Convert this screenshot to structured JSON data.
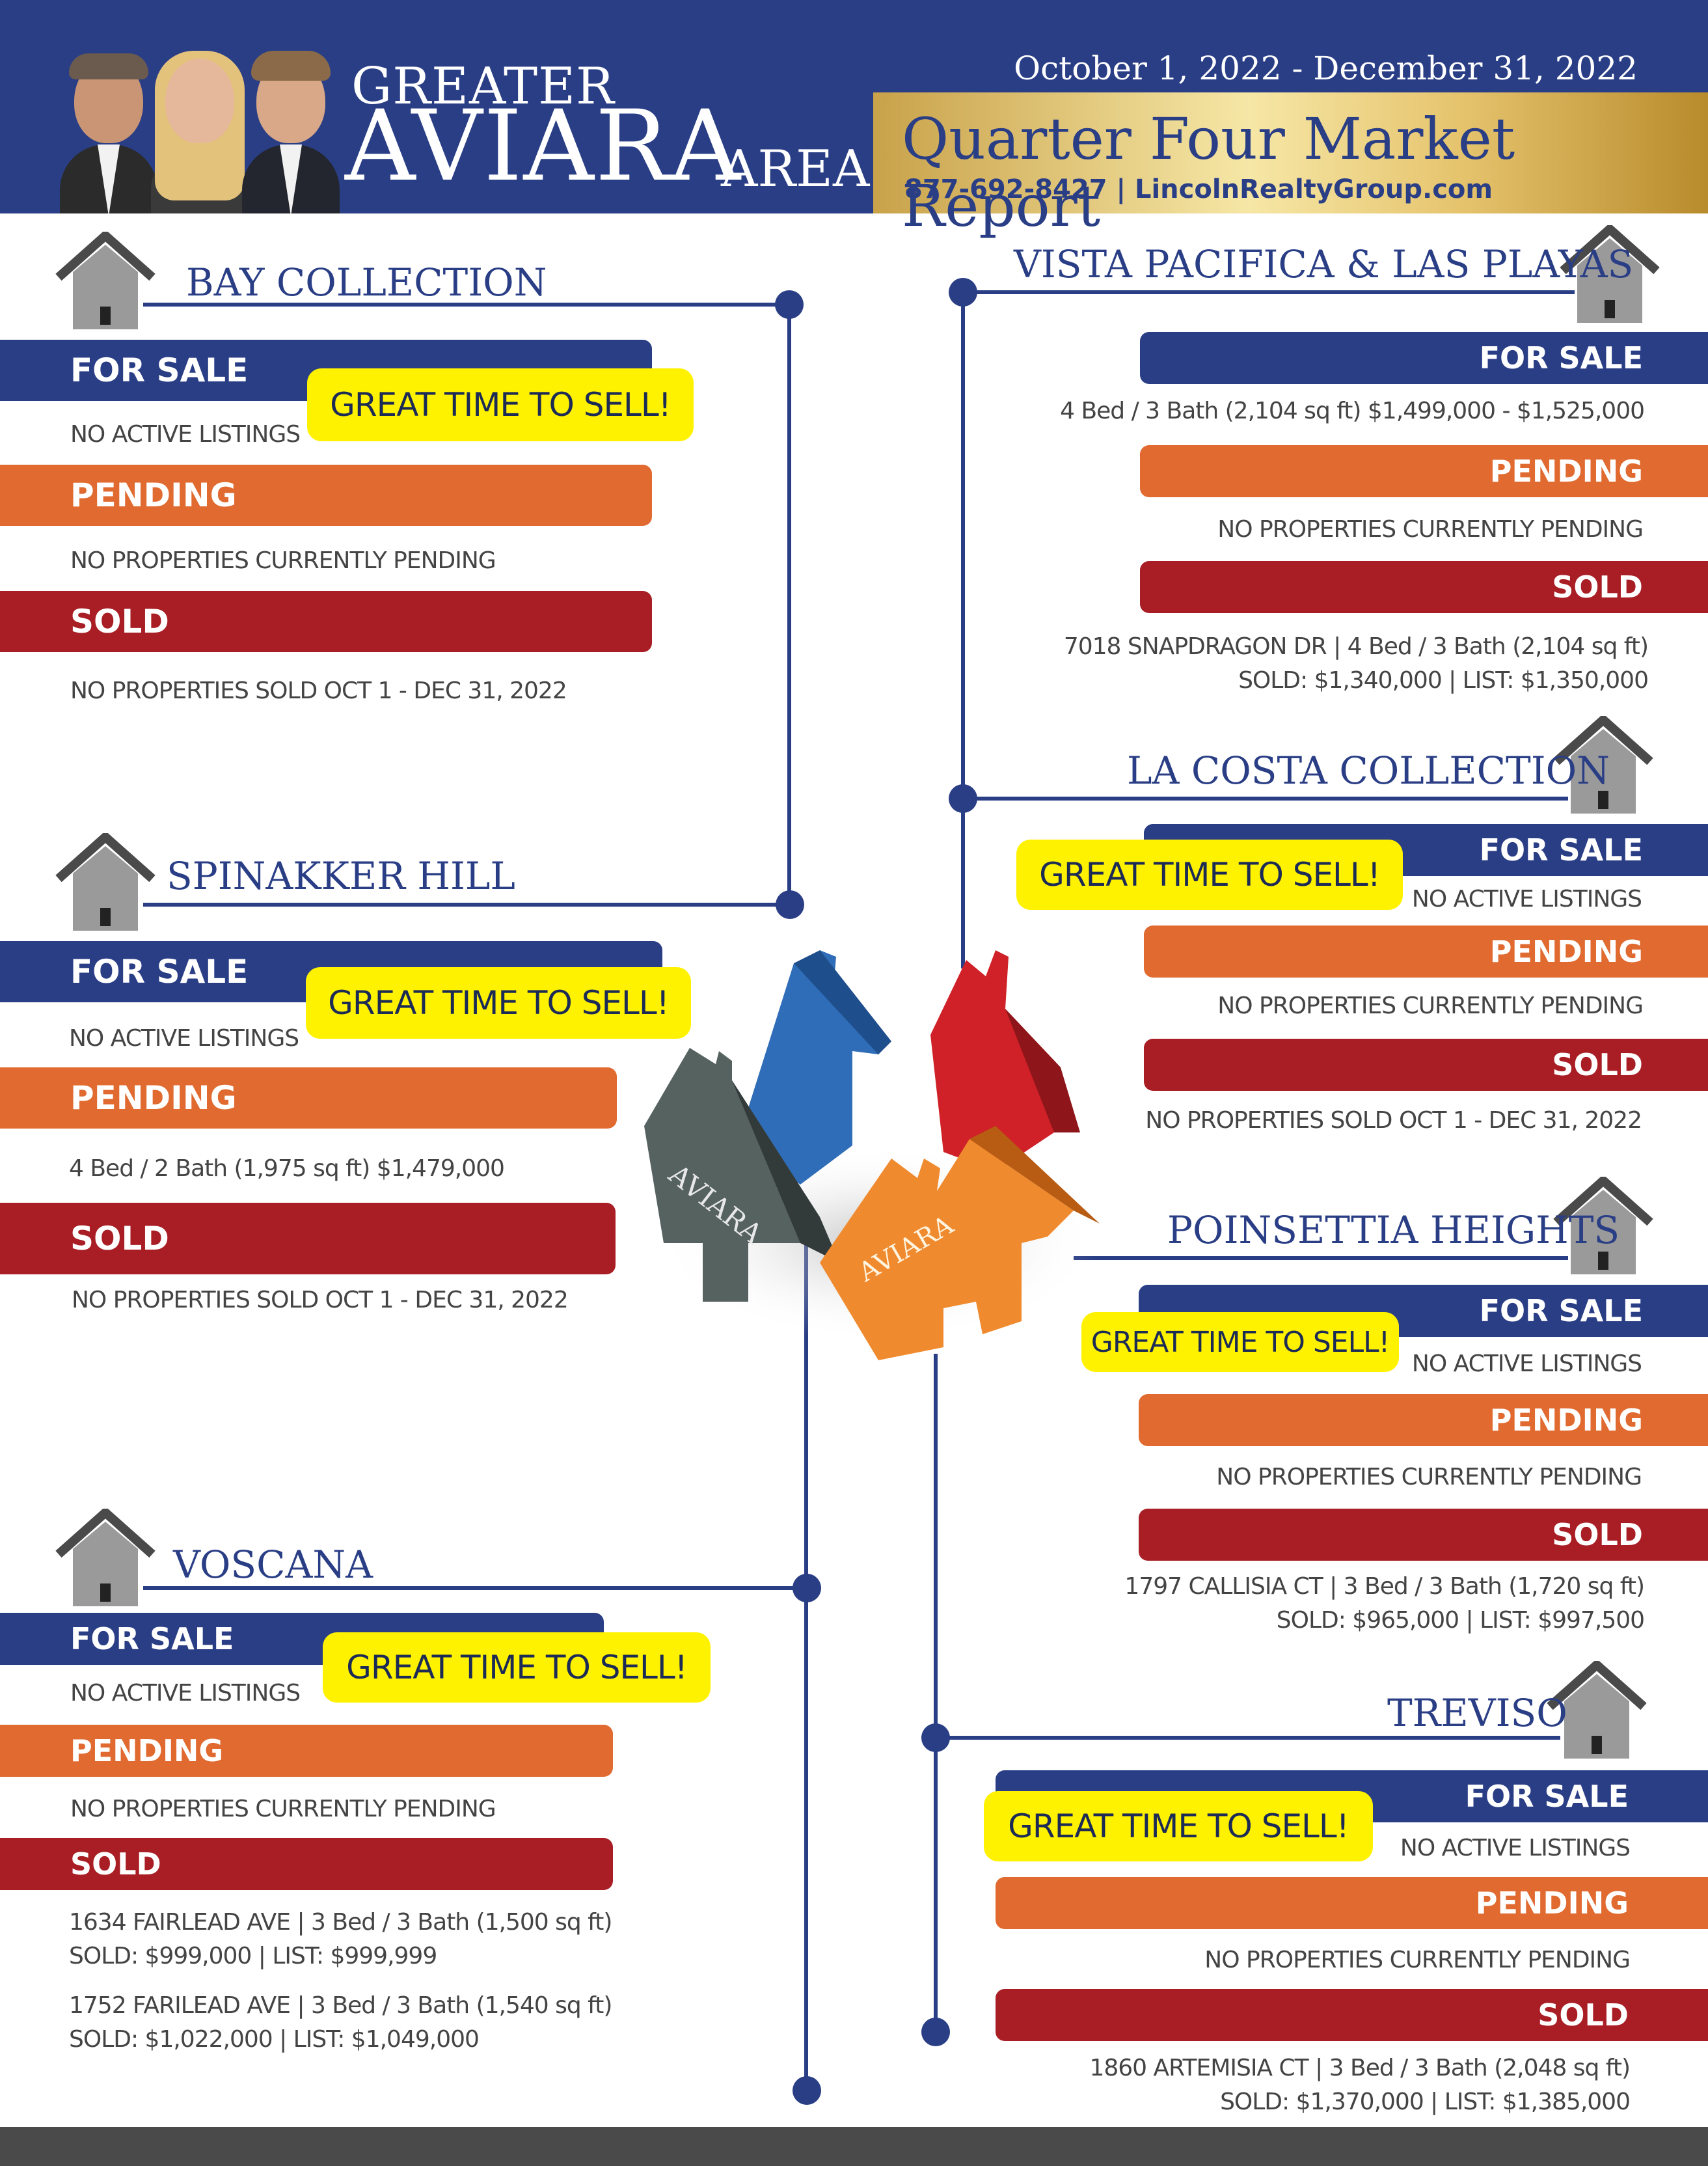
{
  "header": {
    "brand_greater": "GREATER",
    "brand_aviara": "AVIARA",
    "brand_area": "AREA",
    "date_range": "October 1, 2022 - December 31, 2022",
    "report_title": "Quarter Four Market Report",
    "contact": "877-692-8427 | LincolnRealtyGroup.com",
    "colors": {
      "navy": "#2a3e86",
      "orange": "#e06a2f",
      "red": "#a81e24",
      "yellow": "#fff200",
      "gold": "#e6c46e"
    }
  },
  "labels": {
    "for_sale": "FOR SALE",
    "pending": "PENDING",
    "sold": "SOLD",
    "great_time": "GREAT TIME TO SELL!"
  },
  "center_graphic": {
    "house_label": "AVIARA"
  },
  "sections": {
    "bay": {
      "name": "BAY COLLECTION",
      "for_sale": "NO ACTIVE LISTINGS",
      "pending": "NO PROPERTIES CURRENTLY PENDING",
      "sold": "NO PROPERTIES SOLD OCT 1 - DEC 31, 2022"
    },
    "spinakker": {
      "name": "SPINAKKER HILL",
      "for_sale": "NO ACTIVE LISTINGS",
      "pending": "4 Bed / 2 Bath (1,975 sq ft) $1,479,000",
      "sold": "NO PROPERTIES SOLD OCT 1 - DEC 31, 2022"
    },
    "voscana": {
      "name": "VOSCANA",
      "for_sale": "NO ACTIVE LISTINGS",
      "pending": "NO PROPERTIES CURRENTLY PENDING",
      "sold_1a": "1634 FAIRLEAD AVE | 3 Bed / 3 Bath (1,500 sq ft)",
      "sold_1b": "SOLD: $999,000 | LIST: $999,999",
      "sold_2a": "1752 FARILEAD AVE | 3 Bed / 3 Bath (1,540 sq ft)",
      "sold_2b": "SOLD: $1,022,000 | LIST: $1,049,000"
    },
    "vista": {
      "name": "VISTA PACIFICA & LAS PLAYAS",
      "for_sale": "4 Bed / 3 Bath (2,104 sq ft) $1,499,000 - $1,525,000",
      "pending": "NO PROPERTIES CURRENTLY PENDING",
      "sold_a": "7018 SNAPDRAGON DR | 4 Bed / 3 Bath (2,104 sq ft)",
      "sold_b": "SOLD: $1,340,000 | LIST: $1,350,000"
    },
    "lacosta": {
      "name": "LA COSTA COLLECTION",
      "for_sale": "NO ACTIVE LISTINGS",
      "pending": "NO PROPERTIES CURRENTLY PENDING",
      "sold": "NO PROPERTIES SOLD OCT 1 - DEC 31, 2022"
    },
    "poinsettia": {
      "name": "POINSETTIA HEIGHTS",
      "for_sale": "NO ACTIVE LISTINGS",
      "pending": "NO PROPERTIES CURRENTLY PENDING",
      "sold_a": "1797 CALLISIA CT | 3 Bed / 3 Bath (1,720 sq ft)",
      "sold_b": "SOLD: $965,000 | LIST: $997,500"
    },
    "treviso": {
      "name": "TREVISO",
      "for_sale": "NO ACTIVE LISTINGS",
      "pending": "NO PROPERTIES CURRENTLY PENDING",
      "sold_a": "1860 ARTEMISIA CT | 3 Bed / 3 Bath (2,048 sq ft)",
      "sold_b": "SOLD: $1,370,000 | LIST: $1,385,000"
    }
  }
}
